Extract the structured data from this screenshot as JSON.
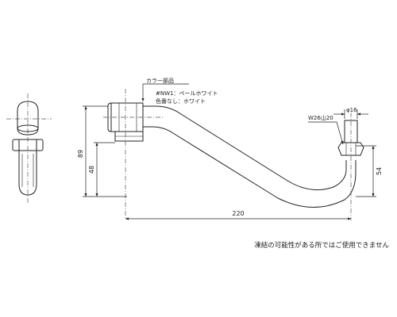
{
  "part_labels": {
    "color_parts": "カラー部品",
    "color_line1": "#NW1：ペールホワイト",
    "color_line2": "色番なし：ホワイト"
  },
  "dimensions": {
    "height_total": "89",
    "height_mid": "48",
    "length": "220",
    "right_height": "54",
    "diameter": "φ16",
    "thread": "W26山20"
  },
  "note": "凍結の可能性がある所ではご使用できません",
  "colors": {
    "line": "#222222",
    "centerline": "#555555"
  }
}
